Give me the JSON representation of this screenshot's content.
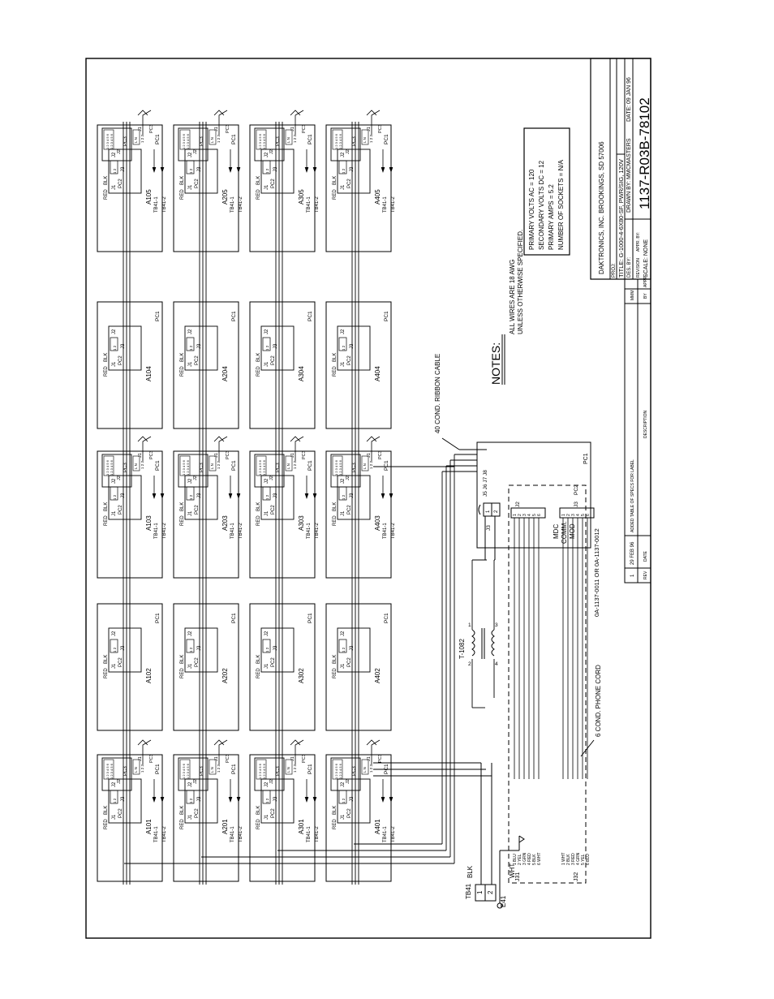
{
  "module_labels": {
    "r1": [
      "A101",
      "A102",
      "A103",
      "A104",
      "A105"
    ],
    "r2": [
      "A201",
      "A202",
      "A203",
      "A204",
      "A205"
    ],
    "r3": [
      "A301",
      "A302",
      "A303",
      "A304",
      "A305"
    ],
    "r4": [
      "A401",
      "A402",
      "A403",
      "A404",
      "A405"
    ]
  },
  "mod": {
    "pc1": "PC1",
    "pc2": "PC2",
    "pc3": "PC3",
    "j1": "J1",
    "j2": "J2",
    "j3": "J3",
    "red": "RED",
    "blk": "BLK",
    "tb1": "TB41-1",
    "tb2": "TB41-2",
    "pins2": "1 2",
    "pins3": "1 2 3",
    "pins6": "1 2 3 4 5 6",
    "ln": "L N"
  },
  "tb41": {
    "name": "TB41",
    "pin1": "1",
    "pin2": "2",
    "e41": "E41",
    "blk": "BLK",
    "wht": "WHT"
  },
  "transformer": {
    "name": "T-1082",
    "pins": [
      "1",
      "2",
      "3",
      "4"
    ]
  },
  "ribbon_label": "40 COND. RIBBON CABLE",
  "pc1_board": {
    "label": "PC1",
    "jacks": "J5 J6 J7 J8",
    "j3": "J3",
    "j3_pins": [
      "1",
      "2"
    ]
  },
  "mdc": {
    "name": "MDC\nCOMM.\nMOD",
    "j2": "J2",
    "j3": "J3",
    "pc": "PC2",
    "part": "0A-1137-0011 OR 0A-1137-0012",
    "j2_pins": [
      "1",
      "2",
      "3",
      "4",
      "5",
      "6"
    ],
    "j3_pins": [
      "1",
      "2",
      "3",
      "4",
      "5",
      "6"
    ]
  },
  "phone_cord": "6 COND. PHONE CORD",
  "j31": {
    "label": "J31",
    "wires": [
      "1 BLU",
      "2 YEL",
      "3 GRN",
      "4 RED",
      "5 BLK",
      "6 WHT"
    ]
  },
  "j32": {
    "label": "J32",
    "wires": [
      "1 WHT",
      "2 BLK",
      "3 RED",
      "4 GRN",
      "5 YEL",
      "6 BLU"
    ]
  },
  "notes": {
    "title": "NOTES:",
    "line1": "ALL WIRES ARE 18 AWG",
    "line2": "UNLESS OTHERWISE SPECIFIED."
  },
  "specs": [
    "PRIMARY VOLTS AC = 120",
    "SECONDARY VOLTS DC = 12",
    "PRIMARY AMPS = 5.2",
    "NUMBER OF SOCKETS = N/A"
  ],
  "title_block": {
    "company": "DAKTRONICS, INC.    BROOKINGS, SD 57006",
    "proj": "PROJ:",
    "title": "TITLE: G-1000-4-6X80-SF, PWR/SIG, 120V",
    "des_by": "DES. BY:",
    "drawn_by": "DRAWN BY: MMCMASTERS",
    "date": "DATE: 09 JAN 96",
    "revision": "REVISION",
    "appr_by": "APPR. BY:",
    "scale": "SCALE: NONE",
    "number": "1137-R03B-78102"
  },
  "revisions": {
    "rev": "1",
    "date": "29 FEB 96",
    "description": "ADDED TABLE OF SPECS FOR LABEL",
    "by": "MMM",
    "h_rev": "REV",
    "h_date": "DATE",
    "h_desc": "DESCRIPTION",
    "h_by": "BY",
    "h_appr": "APPR."
  }
}
